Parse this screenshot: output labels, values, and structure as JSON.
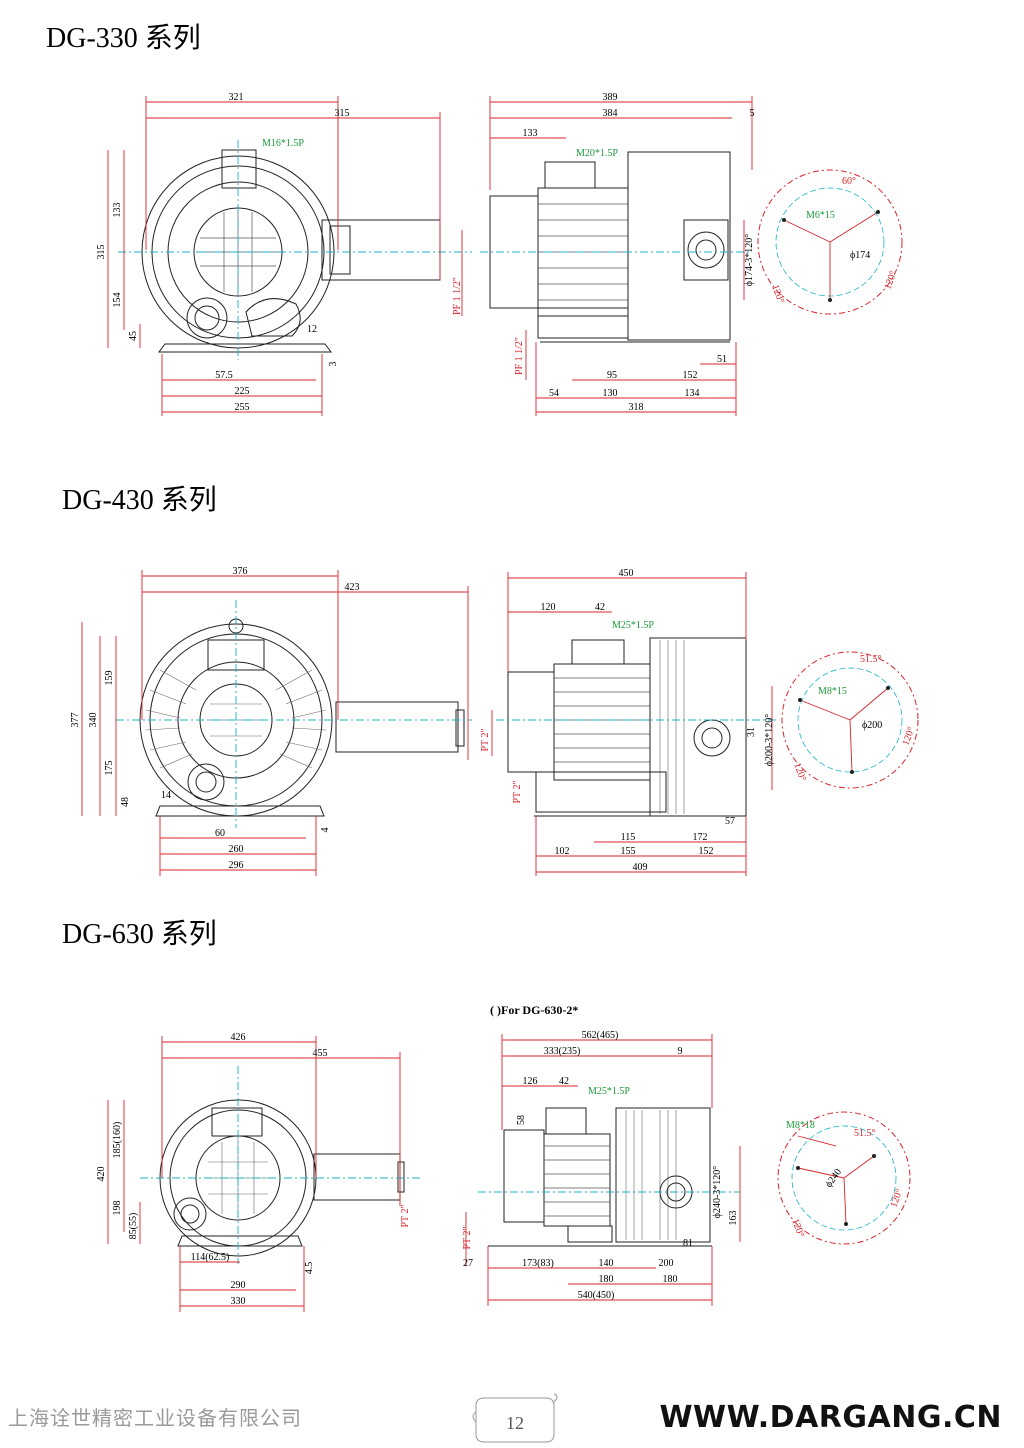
{
  "sections": [
    {
      "title": "DG-330 系列",
      "front": {
        "top_dims": [
          "321",
          "315"
        ],
        "left_dims": [
          "315",
          "133",
          "154",
          "45"
        ],
        "bottom_dims": [
          "57.5",
          "225",
          "255"
        ],
        "small_dims": [
          "12",
          "3"
        ],
        "thread": "M16*1.5P"
      },
      "side": {
        "top_dims": [
          "389",
          "384",
          "5",
          "133"
        ],
        "thread": "M20*1.5P",
        "port_labels": [
          "PF 1 1/2\"",
          "PF 1 1/2\""
        ],
        "bottom_dims": [
          "95",
          "152",
          "54",
          "130",
          "134",
          "318",
          "51"
        ],
        "flange_label": "ϕ174-3*120°"
      },
      "flange": {
        "bolt": "M6*15",
        "angle_top": "60°",
        "diameter": "ϕ174",
        "angle_left": "120°",
        "angle_right": "120°"
      }
    },
    {
      "title": "DG-430 系列",
      "front": {
        "top_dims": [
          "376",
          "423"
        ],
        "left_dims": [
          "377",
          "340",
          "159",
          "175",
          "48"
        ],
        "bottom_dims": [
          "60",
          "260",
          "296"
        ],
        "small_dims": [
          "14",
          "4"
        ],
        "thread": ""
      },
      "side": {
        "top_dims": [
          "450",
          "120",
          "42"
        ],
        "thread": "M25*1.5P",
        "port_labels": [
          "PT 2\"",
          "PT 2\""
        ],
        "bottom_dims": [
          "115",
          "172",
          "102",
          "155",
          "152",
          "409",
          "57",
          "31"
        ],
        "flange_label": "ϕ200-3*120°"
      },
      "flange": {
        "bolt": "M8*15",
        "angle_top": "51.5°",
        "diameter": "ϕ200",
        "angle_left": "120°",
        "angle_right": "120°"
      }
    },
    {
      "title": "DG-630 系列",
      "note": "(   )For DG-630-2*",
      "front": {
        "top_dims": [
          "426",
          "455"
        ],
        "left_dims": [
          "420",
          "185(160)",
          "198",
          "85(55)"
        ],
        "bottom_dims": [
          "114(62.5)",
          "290",
          "330"
        ],
        "small_dims": [
          "4.5"
        ],
        "thread": ""
      },
      "side": {
        "top_dims": [
          "562(465)",
          "333(235)",
          "9",
          "126",
          "42",
          "58"
        ],
        "thread": "M25*1.5P",
        "port_labels": [
          "PT 2\"",
          "PT 2\""
        ],
        "bottom_dims": [
          "27",
          "173(83)",
          "140",
          "200",
          "180",
          "180",
          "540(450)",
          "81",
          "163"
        ],
        "flange_label": "ϕ240-3*120°"
      },
      "flange": {
        "bolt": "M8*18",
        "angle_top": "51.5°",
        "diameter": "ϕ240",
        "angle_left": "120°",
        "angle_right": "120°"
      }
    }
  ],
  "footer": {
    "company": "上海诠世精密工业设备有限公司",
    "page_number": "12",
    "url": "WWW.DARGANG.CN"
  },
  "colors": {
    "dimension_red": "#d9242a",
    "thread_green": "#1c9a3a",
    "centerline_cyan": "#19b3c9",
    "footer_gray": "#9a9a9a"
  }
}
